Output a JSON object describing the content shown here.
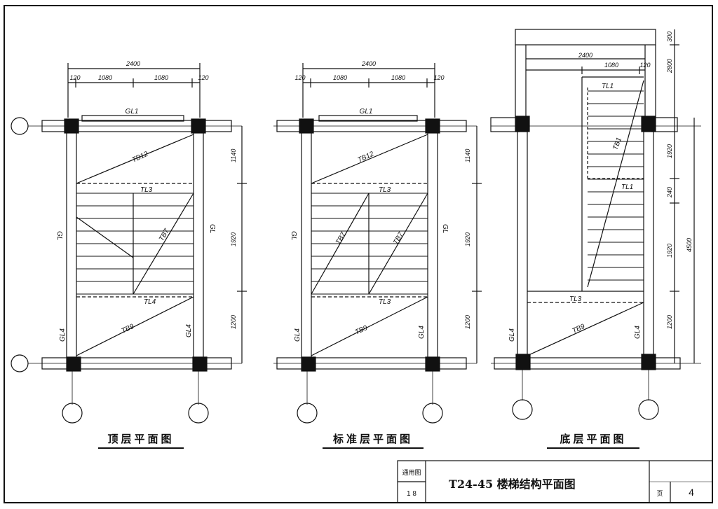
{
  "drawing": {
    "left_plan": {
      "title": "顶层平面图",
      "top_total": "2400",
      "top_left_wall": "120",
      "top_left_half": "1080",
      "top_right_half": "1080",
      "top_right_wall": "120",
      "beam_top": "GL1",
      "flight_upper": "TB12",
      "landing_beam_mid": "TL3",
      "flight_mid": "TB7",
      "landing_beam_low": "TL4",
      "flight_low": "TB9",
      "wall_side_left": "GL",
      "wall_side_right": "GL",
      "col_left": "GL4",
      "col_right": "GL4",
      "seg_upper": "1140",
      "seg_mid": "1920",
      "seg_low": "1200"
    },
    "middle_plan": {
      "title": "标准层平面图",
      "top_total": "2400",
      "top_left_wall": "120",
      "top_left_half": "1080",
      "top_right_half": "1080",
      "top_right_wall": "120",
      "beam_top": "GL1",
      "flight_upper": "TB12",
      "landing_beam_mid": "TL3",
      "flight_mid_left": "TB7",
      "flight_mid_right": "TB7",
      "landing_beam_low": "TL3",
      "flight_low": "TB9",
      "wall_side_left": "GL",
      "wall_side_right": "GL",
      "col_left": "GL4",
      "col_right": "GL4",
      "seg_upper": "1140",
      "seg_mid": "1920",
      "seg_low": "1200"
    },
    "right_plan": {
      "title": "底层平面图",
      "top_total": "2400",
      "top_half": "1080",
      "top_right_wall": "120",
      "beam_top_inner": "TL1",
      "flight_upper": "TB1",
      "beam_mid_inner": "TL1",
      "landing_beam_low": "TL3",
      "flight_low": "TB9",
      "col_left": "GL4",
      "col_right": "GL4",
      "seg_top": "300",
      "seg_upper_a": "2800",
      "seg_upper": "1920",
      "seg_gap": "240",
      "seg_mid": "1920",
      "seg_low": "1200",
      "total_right": "4500"
    },
    "title_block": {
      "label_applies": "通用图",
      "value_applies": "1 8",
      "main_title": "T24-45 楼梯结构平面图",
      "label_page": "页",
      "page_no": "4"
    }
  }
}
